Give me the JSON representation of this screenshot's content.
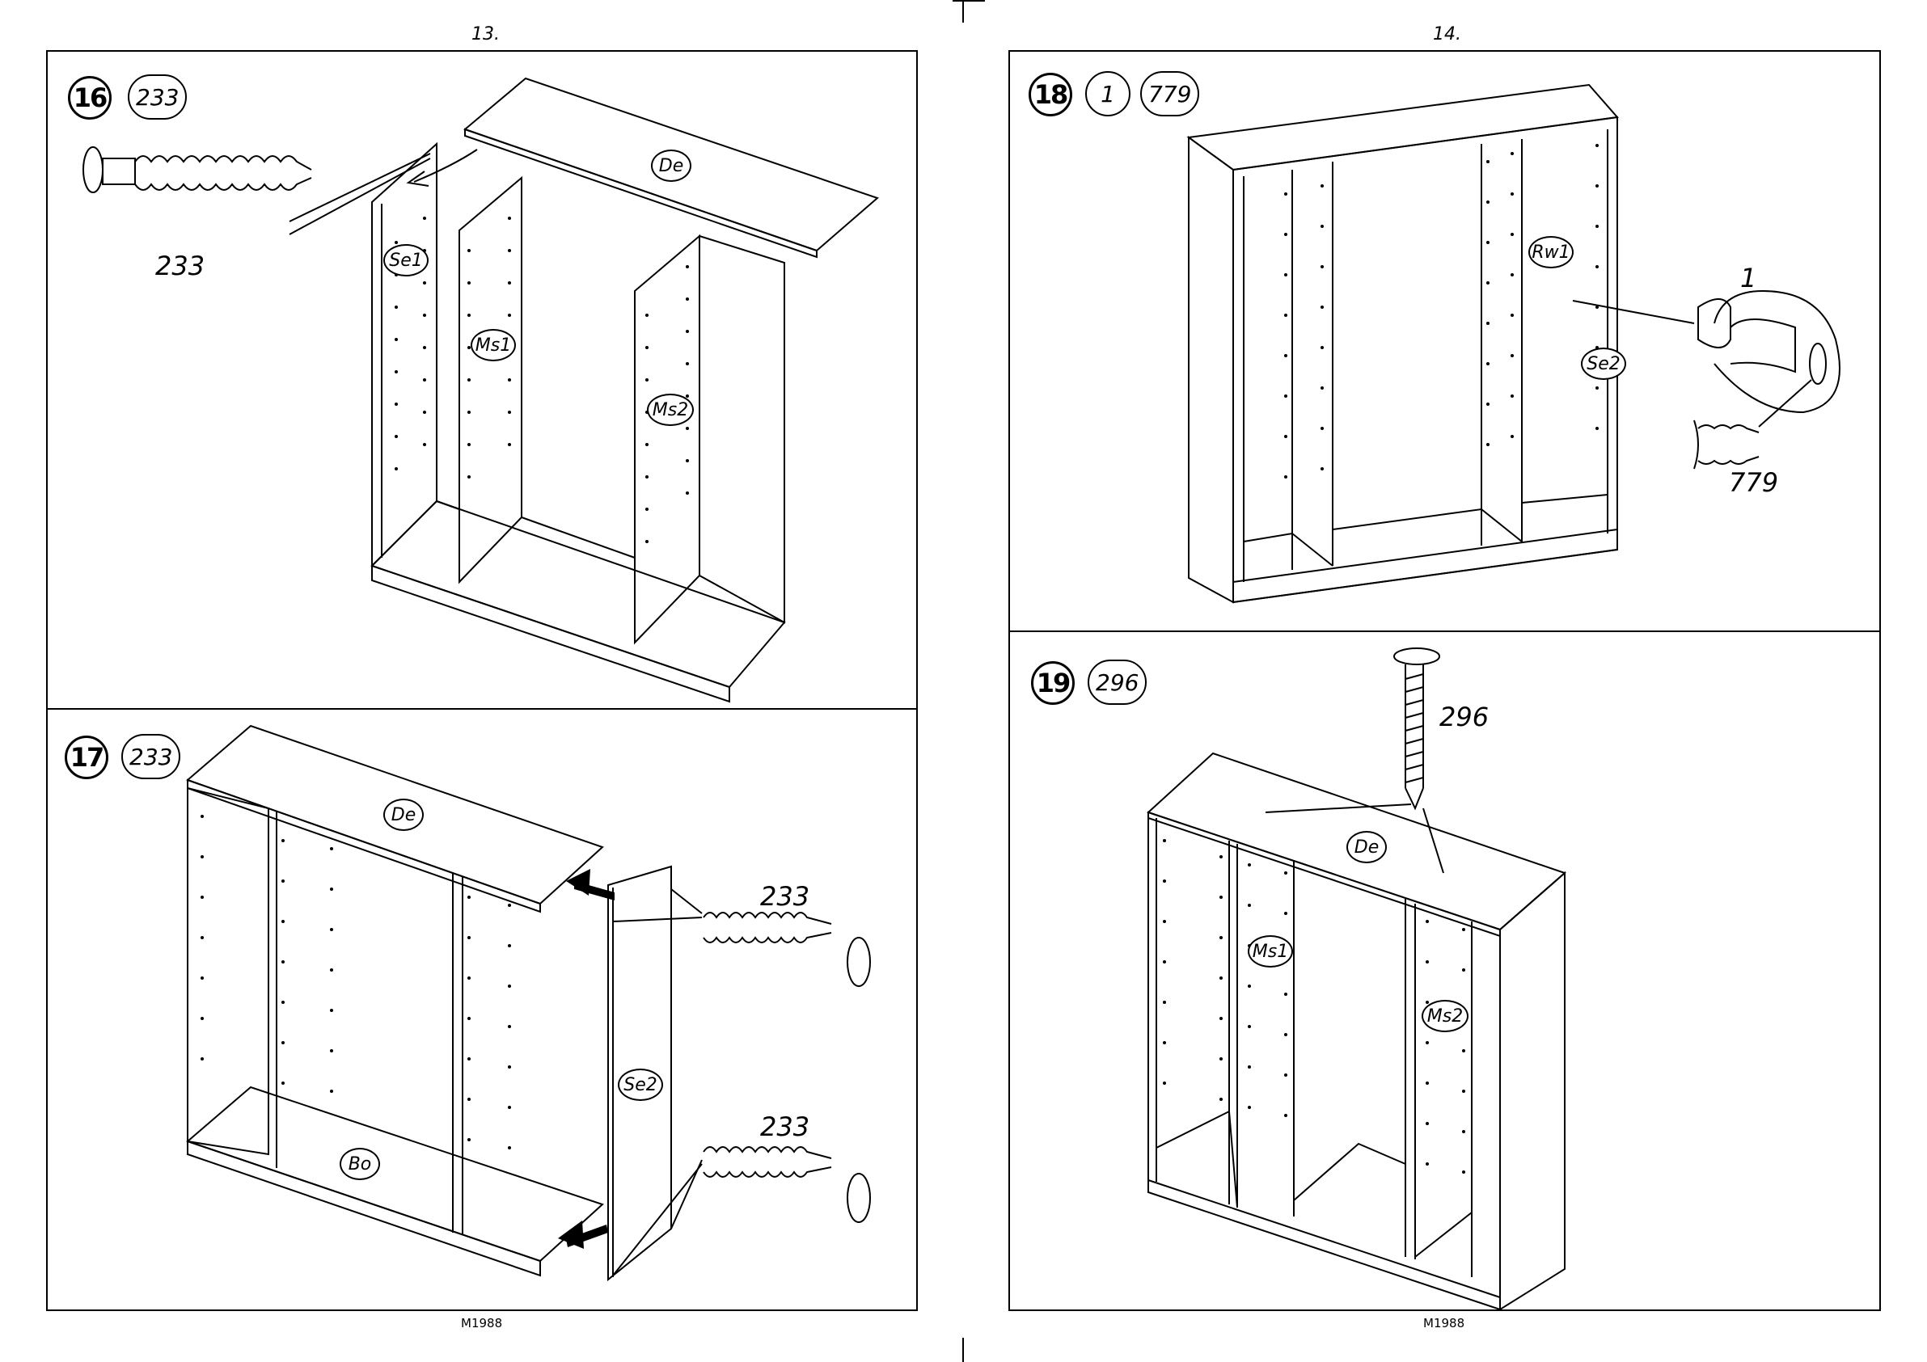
{
  "pages": [
    {
      "number": "13.",
      "footer": "M1988"
    },
    {
      "number": "14.",
      "footer": "M1988"
    }
  ],
  "steps": [
    {
      "step": "16",
      "parts": [
        "233"
      ],
      "callouts": [
        "233"
      ],
      "labels": [
        "De",
        "Se1",
        "Ms1",
        "Ms2"
      ]
    },
    {
      "step": "17",
      "parts": [
        "233"
      ],
      "callouts": [
        "233",
        "233"
      ],
      "labels": [
        "De",
        "Bo",
        "Se2"
      ]
    },
    {
      "step": "18",
      "parts": [
        "1",
        "779"
      ],
      "callouts": [
        "1",
        "779"
      ],
      "labels": [
        "Rw1",
        "Se2"
      ]
    },
    {
      "step": "19",
      "parts": [
        "296"
      ],
      "callouts": [
        "296"
      ],
      "labels": [
        "De",
        "Ms1",
        "Ms2"
      ]
    }
  ]
}
